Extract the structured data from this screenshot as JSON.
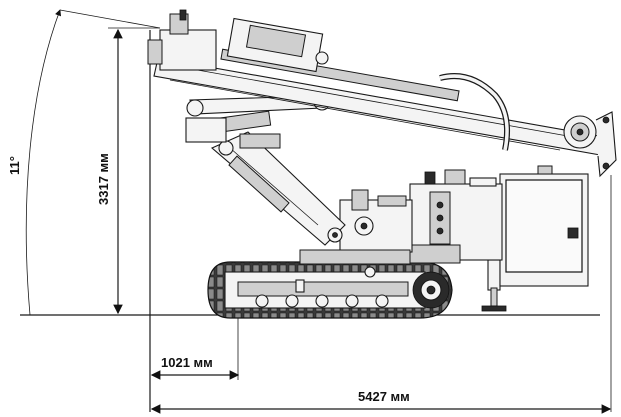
{
  "dimensions": {
    "angle_label": "11°",
    "height_label": "3317 мм",
    "front_offset_label": "1021 мм",
    "total_length_label": "5427 мм"
  }
}
